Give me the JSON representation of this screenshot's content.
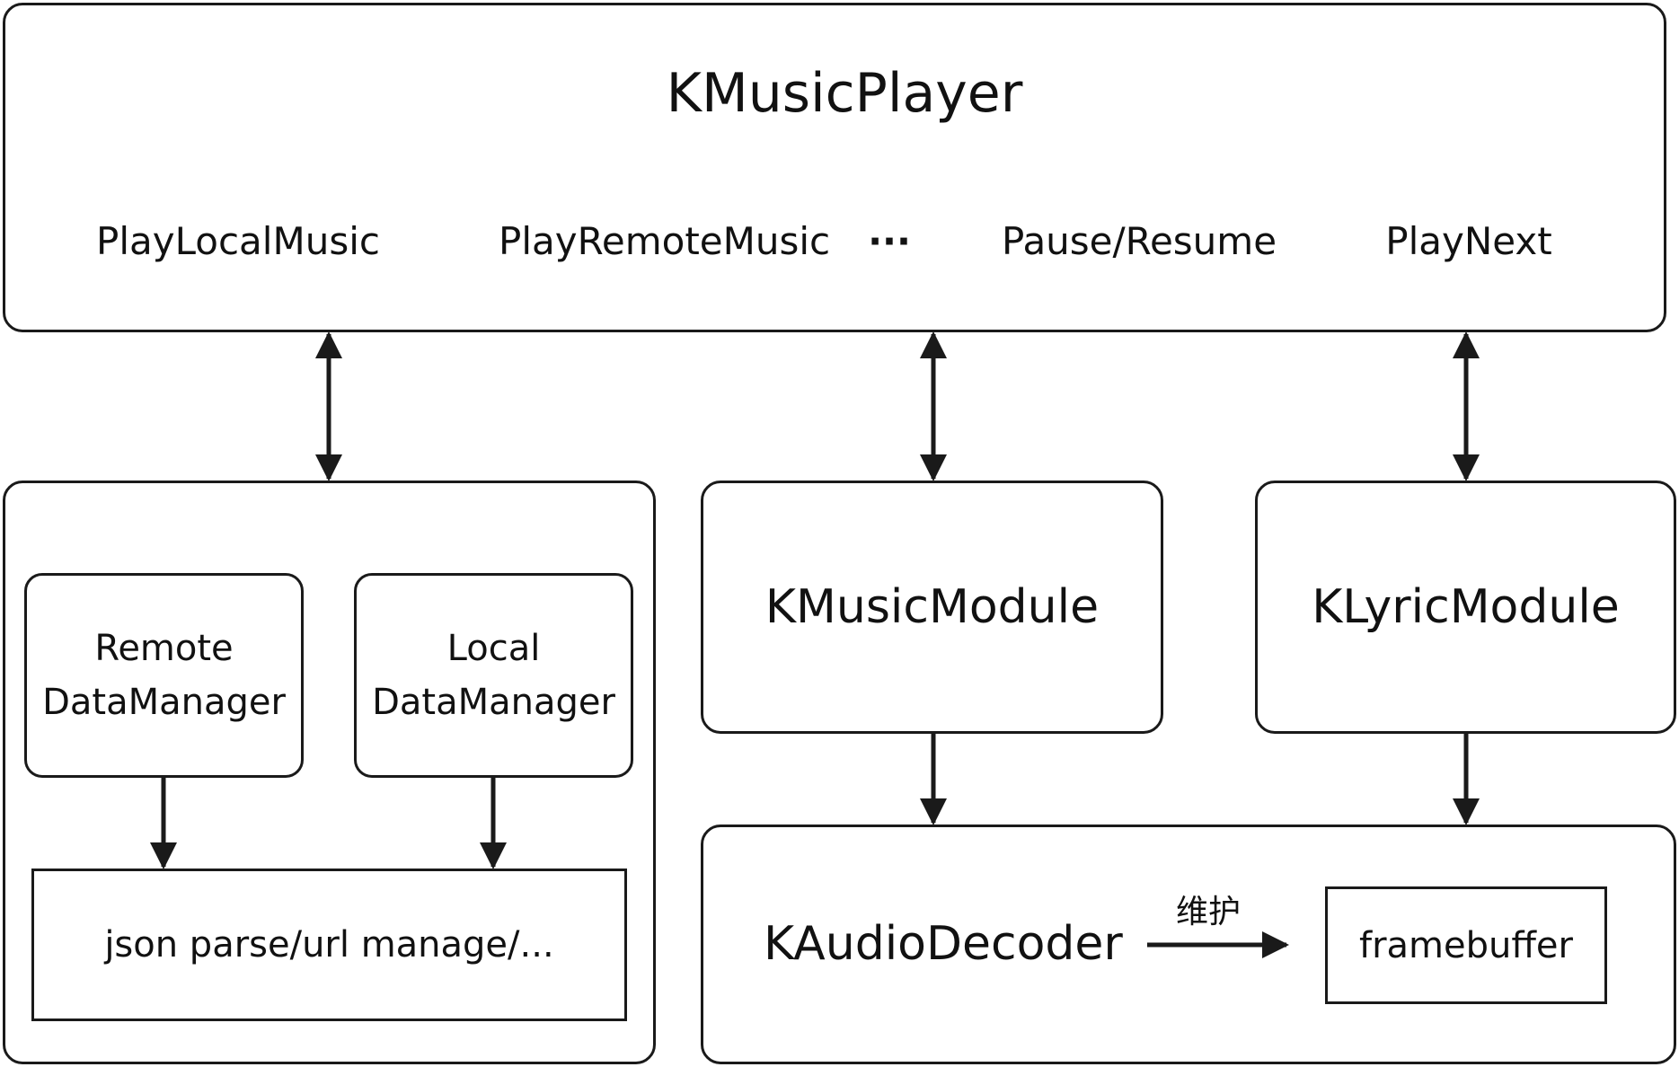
{
  "player": {
    "title": "KMusicPlayer",
    "functions": [
      "PlayLocalMusic",
      "PlayRemoteMusic",
      "···",
      "Pause/Resume",
      "PlayNext"
    ]
  },
  "data_group": {
    "remote_line1": "Remote",
    "remote_line2": "DataManager",
    "local_line1": "Local",
    "local_line2": "DataManager",
    "parser": "json parse/url manage/..."
  },
  "music_module": "KMusicModule",
  "lyric_module": "KLyricModule",
  "decoder": {
    "title": "KAudioDecoder",
    "relation": "维护",
    "buffer": "framebuffer"
  },
  "colors": {
    "stroke": "#1a1a1a",
    "background": "#ffffff"
  }
}
